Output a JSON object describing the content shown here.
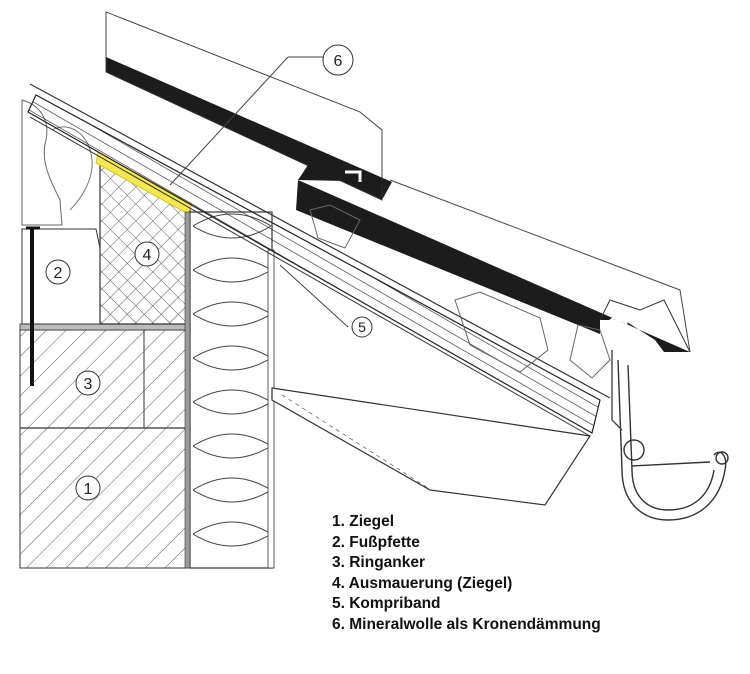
{
  "callouts": [
    {
      "number": "1"
    },
    {
      "number": "2"
    },
    {
      "number": "3"
    },
    {
      "number": "4"
    },
    {
      "number": "5"
    },
    {
      "number": "6"
    }
  ],
  "legend": [
    "1. Ziegel",
    "2. Fußpfette",
    "3. Ringanker",
    "4. Ausmauerung (Ziegel)",
    "5. Kompriband",
    "6. Mineralwolle als Kronendämmung"
  ],
  "colors": {
    "highlight_strip": "#f5e84a",
    "dark_members": "#1c1c1c",
    "line": "#222222",
    "hatch": "#555555",
    "insulation_fill": "#e9e9e9"
  }
}
